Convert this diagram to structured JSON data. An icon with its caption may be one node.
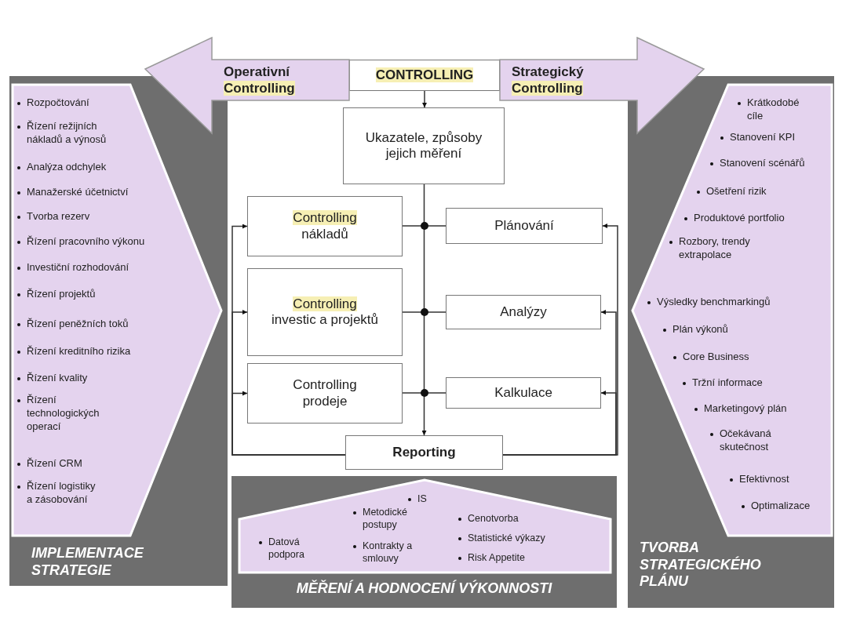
{
  "diagram": {
    "nodes": [
      {
        "text": [
          "Operativní Controlling"
        ]
      },
      {
        "text": [
          "CONTROLLING"
        ]
      },
      {
        "text": [
          "Strategický Controlling"
        ]
      },
      {
        "text": [
          "IMPLEMENTACE STRATEGIE"
        ]
      },
      {
        "text": [
          "Rozpočtování",
          "Řízení režijních nákladů a výnosů",
          "Analýza odchylek",
          "Manažerské účetnictví",
          "Tvorba rezerv",
          "Řízení pracovního výkonu",
          "Investiční rozhodování",
          "Řízení projektů",
          "Řízení peněžních toků",
          "Řízení kreditního rizika",
          "Řízení kvality",
          "Řízení technologických operací",
          "Řízení CRM",
          "Řízení logistiky a zásobování"
        ],
        "in": 3
      },
      {
        "text": [
          "Ukazatele, způsoby jejich měření"
        ]
      },
      {
        "text": [
          "Controlling nákladů"
        ]
      },
      {
        "text": [
          "Plánování"
        ]
      },
      {
        "text": [
          "Controlling investic a projektů"
        ]
      },
      {
        "text": [
          "Analýzy"
        ]
      },
      {
        "text": [
          "Controlling prodeje"
        ]
      },
      {
        "text": [
          "Kalkulace"
        ]
      },
      {
        "text": [
          "Reporting"
        ]
      },
      {
        "text": [
          "TVORBA STRATEGICKÉHO PLÁNU"
        ]
      },
      {
        "text": [
          "Krátkodobé cíle",
          "Stanovení KPI",
          "Stanovení scénářů",
          "Ošetření rizik",
          "Produktové portfolio",
          "Rozbory, trendy extrapolace",
          "Výsledky benchmarkingů",
          "Plán výkonů",
          "Core Business",
          "Tržní informace",
          "Marketingový plán",
          "Očekávaná skutečnost",
          "Efektivnost",
          "Optimalizace"
        ],
        "in": 13
      },
      {
        "text": [
          "MĚŘENÍ A HODNOCENÍ VÝKONNOSTI"
        ]
      },
      {
        "text": [
          "Datová podpora",
          "IS",
          "Metodické postupy",
          "Kontrakty a smlouvy",
          "Cenotvorba",
          "Statistické výkazy",
          "Risk Appetite"
        ],
        "in": 15
      }
    ],
    "edges": [
      {
        "from": 1,
        "to": 5,
        "arrow": "to"
      },
      {
        "from": 5,
        "to": 12,
        "arrow": "to"
      },
      {
        "from": 6,
        "to": 7,
        "arrow": "none"
      },
      {
        "from": 8,
        "to": 9,
        "arrow": "none"
      },
      {
        "from": 10,
        "to": 11,
        "arrow": "none"
      },
      {
        "from": 12,
        "to": 6,
        "arrow": "to"
      },
      {
        "from": 12,
        "to": 8,
        "arrow": "to"
      },
      {
        "from": 12,
        "to": 10,
        "arrow": "to"
      },
      {
        "from": 12,
        "to": 7,
        "arrow": "to"
      },
      {
        "from": 12,
        "to": 9,
        "arrow": "to"
      },
      {
        "from": 12,
        "to": 11,
        "arrow": "to"
      }
    ]
  }
}
